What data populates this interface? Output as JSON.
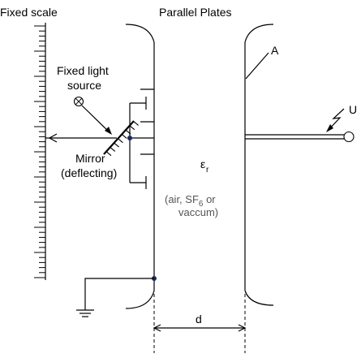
{
  "labels": {
    "fixed_scale": "Fixed scale",
    "parallel_plates": "Parallel Plates",
    "plate_a": "A",
    "voltage_u": "U",
    "light_source_line1": "Fixed light",
    "light_source_line2": "source",
    "mirror_line1": "Mirror",
    "mirror_line2": "(deflecting)",
    "epsilon": "ε",
    "epsilon_sub": "r",
    "medium_line1_a": "(air, SF",
    "medium_line1_sub": "6",
    "medium_line1_b": " or",
    "medium_line2": "vaccum)",
    "gap": "d"
  },
  "colors": {
    "line": "#000000",
    "node": "#1a2a5a",
    "grey_text": "#555555"
  }
}
